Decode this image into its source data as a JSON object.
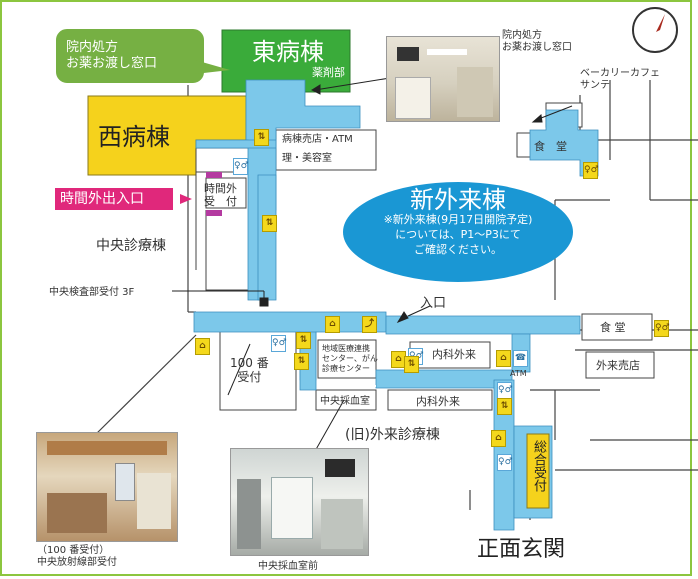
{
  "buildings": {
    "east": "東病棟",
    "pharmacy": "薬剤部",
    "west": "西病棟",
    "new_outpatient": "新外来棟",
    "central_clinic": "中央診療棟",
    "old_outpatient": "(旧)外来診療棟",
    "main_entrance": "正面玄関"
  },
  "callouts": {
    "prescription_window": "院内処方\nお薬お渡し窓口",
    "after_hours_entrance": "時間外出入口",
    "new_building_note": "※新外来棟(9月17日開院予定)\nについては、P1〜P3にて\nご確認ください。"
  },
  "labels": {
    "ward_shop": "病棟売店・ATM",
    "barber": "理・美容室",
    "after_hours_reception": "時間外\n受　付",
    "central_lab": "中央検査部受付 3F",
    "entrance": "入口",
    "bakery_cafe": "ベーカリーカフェ\nサンテ",
    "cafeteria_top": "食　堂",
    "cafeteria_right": "食 堂",
    "outpatient_shop": "外来売店",
    "reception_100": "100 番\n受付",
    "regional_center": "地域医療連携\nセンター、がん\n診療センター",
    "internal_medicine_1": "内科外来",
    "internal_medicine_2": "内科外来",
    "blood_collection": "中央採血室",
    "general_reception": "総合受付",
    "atm": "ATM"
  },
  "photos": {
    "top_caption": "院内処方\nお薬お渡し窓口",
    "bottom_left_caption": "（100 番受付）\n中央放射線部受付",
    "bottom_mid_caption": "中央採血室前"
  },
  "colors": {
    "corridor": "#7cc8ea",
    "east_building": "#3aab3a",
    "west_building": "#f5d21c",
    "new_building": "#1a97d4",
    "callout_green": "#76b043",
    "after_hours_pink": "#e0287b",
    "frame": "#8cc63f"
  }
}
